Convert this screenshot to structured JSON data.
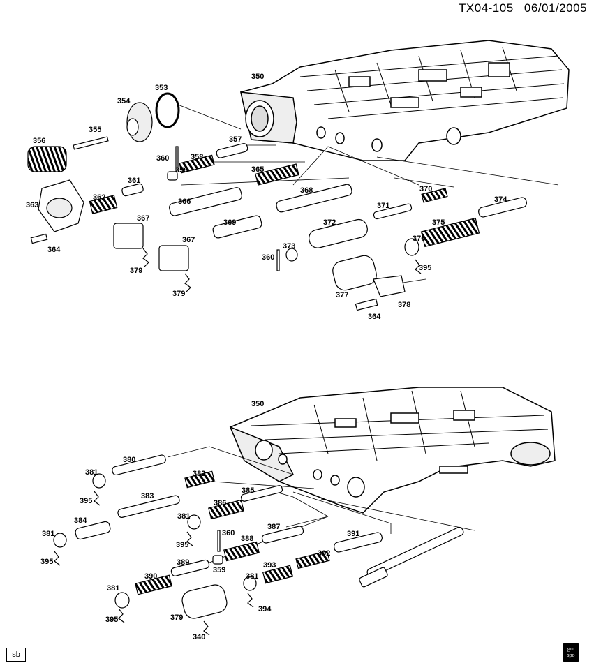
{
  "header": {
    "code": "TX04-105",
    "date": "06/01/2005"
  },
  "footer": {
    "sb_label": "sb",
    "gm_line1": "gm",
    "gm_line2": "spo"
  },
  "labels": [
    "350",
    "353",
    "354",
    "355",
    "356",
    "357",
    "358",
    "359",
    "360",
    "361",
    "362",
    "363",
    "364",
    "365",
    "366",
    "367",
    "367",
    "368",
    "369",
    "370",
    "371",
    "372",
    "373",
    "360",
    "374",
    "375",
    "376",
    "395",
    "377",
    "378",
    "364",
    "379",
    "379",
    "350",
    "380",
    "381",
    "382",
    "383",
    "384",
    "385",
    "386",
    "381",
    "381",
    "387",
    "388",
    "360",
    "359",
    "389",
    "391",
    "392",
    "393",
    "381",
    "390",
    "381",
    "395",
    "395",
    "395",
    "395",
    "394",
    "379",
    "340"
  ]
}
